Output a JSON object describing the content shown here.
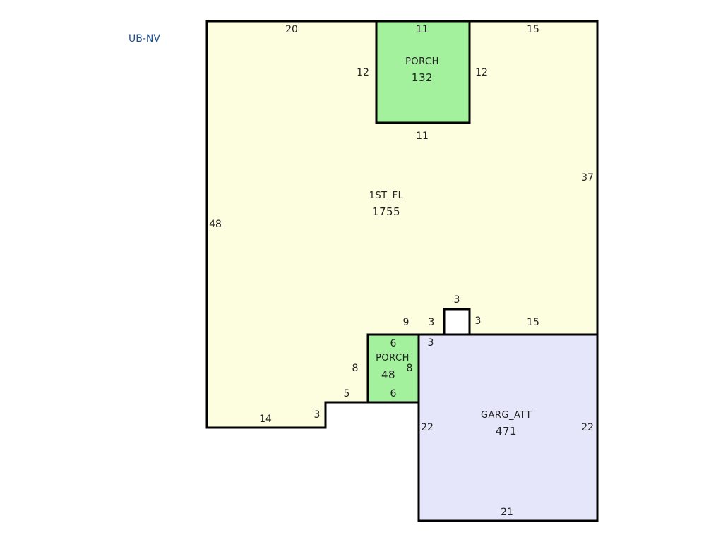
{
  "label": "UB-NV",
  "colors": {
    "first_floor": "#fdfde0",
    "porch": "#a3f09d",
    "garage": "#e6e6fa",
    "outline": "#000000",
    "tag": "#1f4e8c"
  },
  "rooms": {
    "first_floor": {
      "name": "1ST_FL",
      "area": "1755"
    },
    "porch_front": {
      "name": "PORCH",
      "area": "132"
    },
    "porch_back": {
      "name": "PORCH",
      "area": "48"
    },
    "garage": {
      "name": "GARG_ATT",
      "area": "471"
    }
  },
  "dimensions": {
    "first_floor": {
      "top_left": "20",
      "top_right": "15",
      "left": "48",
      "right": "37",
      "bottom_left": "14",
      "step_left": "3",
      "step_bottom": "5",
      "step_up": "8",
      "inner_ledge": "9",
      "bump_left": "3",
      "bump_top": "3",
      "bump_right": "3",
      "ledge_right": "15"
    },
    "porch_front": {
      "top": "11",
      "left": "12",
      "right": "12",
      "bottom": "11"
    },
    "porch_back": {
      "top": "6",
      "right": "8",
      "bottom": "6"
    },
    "garage": {
      "top_left": "3",
      "left": "22",
      "right": "22",
      "bottom": "21"
    }
  }
}
